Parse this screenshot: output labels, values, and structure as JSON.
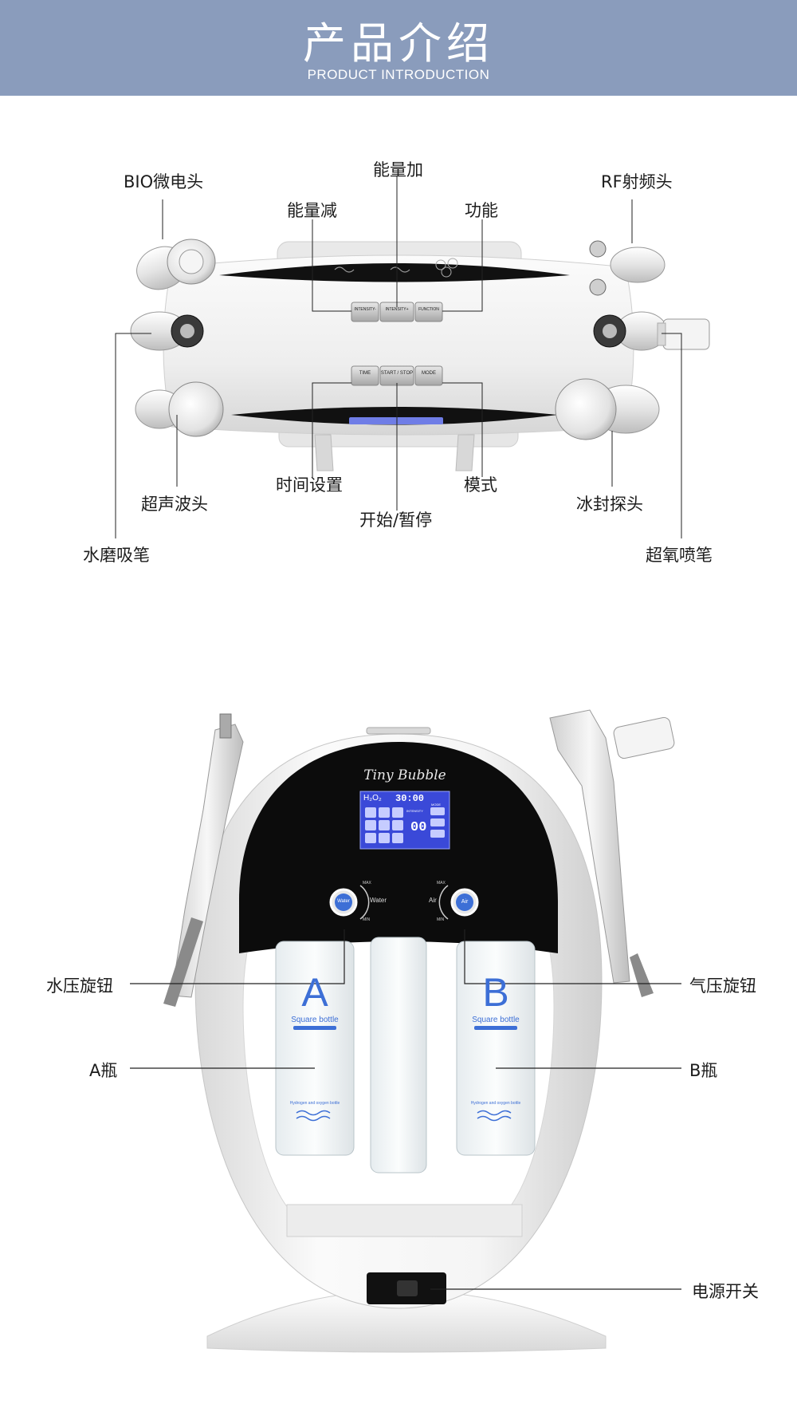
{
  "header": {
    "title": "产品介绍",
    "subtitle": "PRODUCT INTRODUCTION"
  },
  "top_view": {
    "labels": {
      "bio": "BIO微电头",
      "energy_up": "能量加",
      "rf": "RF射频头",
      "energy_down": "能量减",
      "function": "功能",
      "time_set": "时间设置",
      "mode": "模式",
      "start_stop": "开始/暂停",
      "ultrasonic": "超声波头",
      "ice": "冰封探头",
      "hydra": "水磨吸笔",
      "oxygen": "超氧喷笔"
    },
    "panel_buttons": {
      "intensity_minus": "INTENSITY-",
      "intensity_plus": "INTENSITY+",
      "function": "FUNCTION",
      "time": "TIME",
      "start_stop": "START / STOP",
      "mode": "MODE"
    }
  },
  "front_view": {
    "brand": "Tiny Bubble",
    "labels": {
      "water_knob": "水压旋钮",
      "air_knob": "气压旋钮",
      "bottle_a": "A瓶",
      "bottle_b": "B瓶",
      "power": "电源开关"
    },
    "knobs": {
      "water": "Water",
      "water_side": "Water",
      "air": "Air",
      "air_side": "Air",
      "max": "MAX",
      "min": "MIN"
    },
    "bottles": {
      "a_letter": "A",
      "b_letter": "B",
      "caption": "Square bottle",
      "small_text": "Hydrogen and oxygen bottle"
    },
    "screen": {
      "h2o2": "H₂O₂",
      "time": "30:00",
      "level": "00",
      "intensity": "INTENSITY",
      "mode": "MODE"
    }
  }
}
